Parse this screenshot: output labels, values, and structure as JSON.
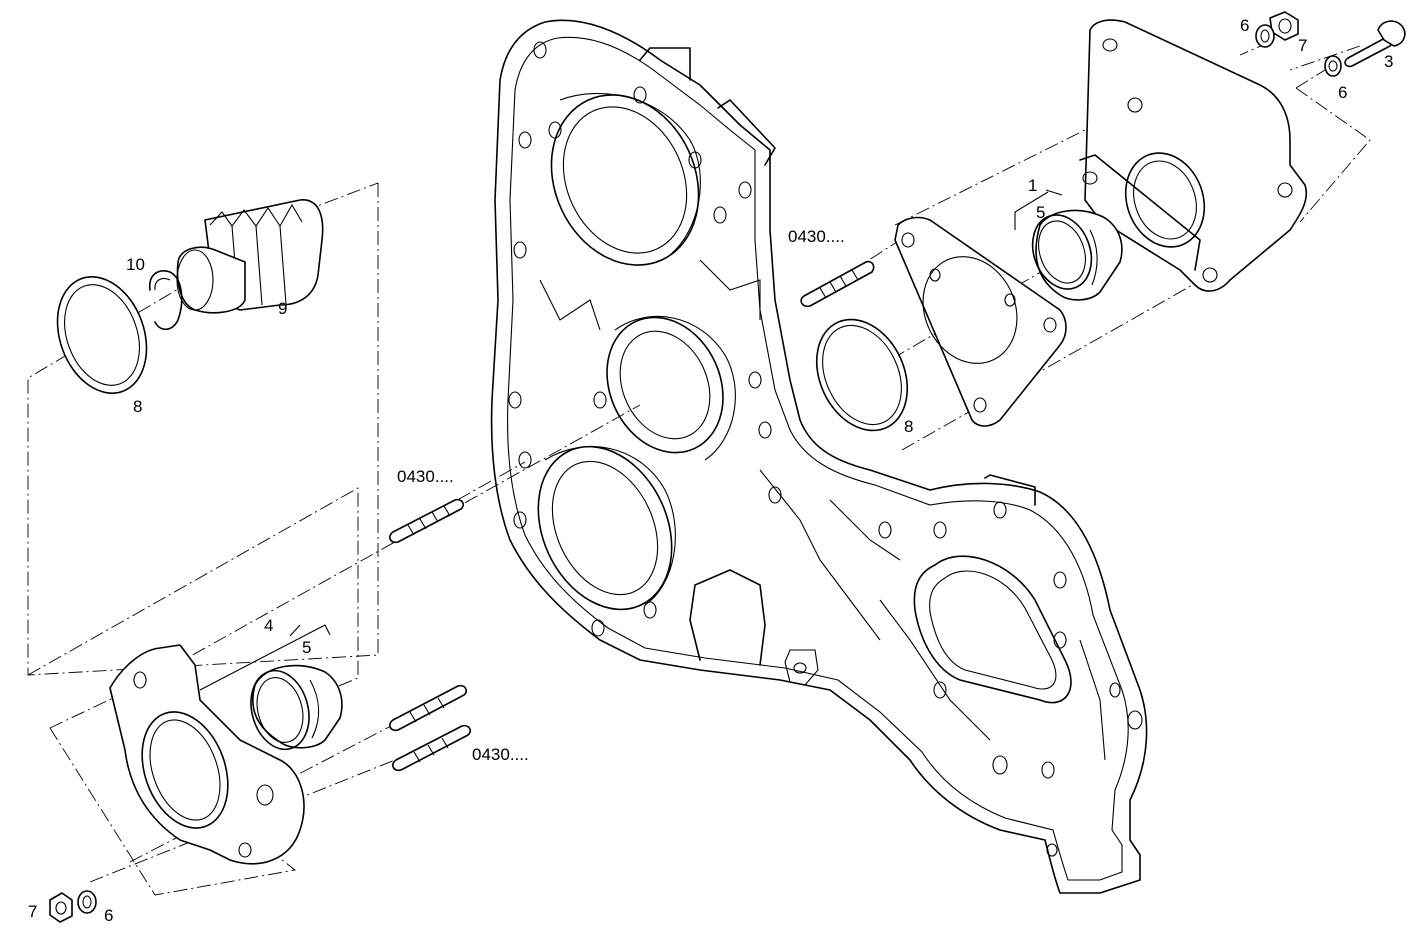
{
  "diagram": {
    "callouts": {
      "ref_upper": "0430....",
      "ref_middle": "0430....",
      "ref_lower": "0430....",
      "part_1": "1",
      "part_3": "3",
      "part_4": "4",
      "part_5_upper": "5",
      "part_5_lower": "5",
      "part_6_top": "6",
      "part_6_right": "6",
      "part_6_bottom": "6",
      "part_7_top": "7",
      "part_7_bottom": "7",
      "part_8_left": "8",
      "part_8_right": "8",
      "part_9": "9",
      "part_10": "10"
    }
  }
}
